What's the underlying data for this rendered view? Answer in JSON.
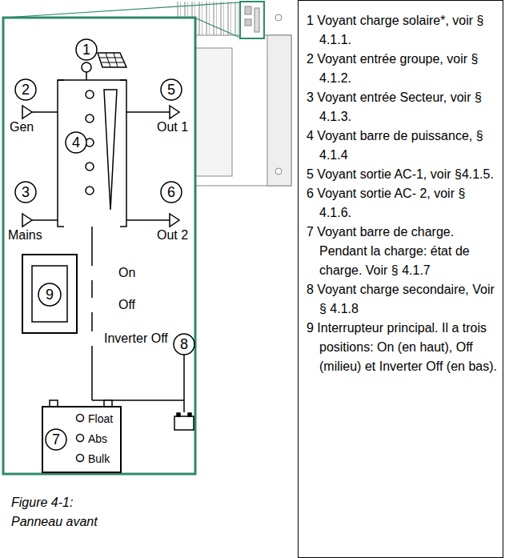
{
  "diagram": {
    "caption": "Figure 4-1: Panneau avant",
    "nodes": [
      {
        "text": [
          "1 Voyant charge solaire*, voir § 4.1.1.",
          "2 Voyant entrée groupe, voir § 4.1.2.",
          "3 Voyant entrée Secteur, voir § 4.1.3.",
          "4 Voyant barre de puissance, § 4.1.4",
          "5 Voyant sortie AC-1, voir §4.1.5.",
          "6 Voyant sortie AC- 2, voir § 4.1.6.",
          "7 Voyant barre de charge. Pendant la charge: état de charge. Voir § 4.1.7",
          "8 Voyant charge secondaire, Voir § 4.1.8",
          "9 Interrupteur principal. Il a trois positions: On (en haut), Off (milieu) et Inverter Off (en bas)."
        ]
      },
      {
        "text": [
          "Float",
          "Abs",
          "Bulk"
        ]
      }
    ],
    "labels": [
      "1",
      "2",
      "3",
      "4",
      "5",
      "6",
      "7",
      "8",
      "9",
      "Gen",
      "Mains",
      "Out 1",
      "Out 2",
      "On",
      "Off",
      "Inverter Off"
    ]
  }
}
